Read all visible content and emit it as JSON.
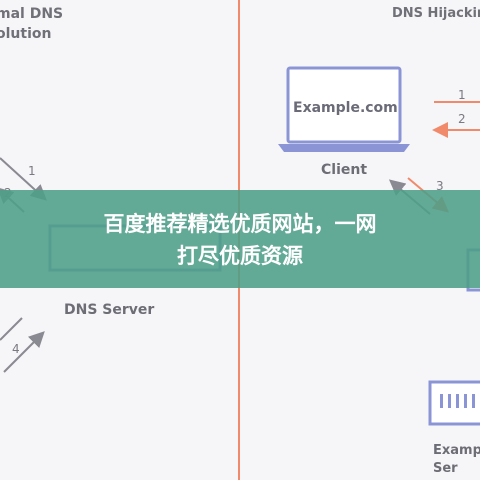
{
  "left_panel": {
    "title": "mal DNS\nolution",
    "server_label": "DNS Server",
    "arrows": [
      "1",
      "2",
      "4"
    ]
  },
  "right_panel": {
    "title": "DNS Hijackin",
    "laptop_screen_text": "Example.com",
    "client_label": "Client",
    "server_label": "Examp\nSer",
    "arrows": [
      "1",
      "2",
      "3"
    ]
  },
  "banner": {
    "text": "百度推荐精选优质网站，一网\n打尽优质资源"
  },
  "colors": {
    "background": "#f6f6f8",
    "divider": "#f08a6b",
    "device_stroke": "#8b95d6",
    "arrow_orange": "#f08a6b",
    "arrow_grey": "#8a8a92",
    "banner": "#4d9e88"
  }
}
